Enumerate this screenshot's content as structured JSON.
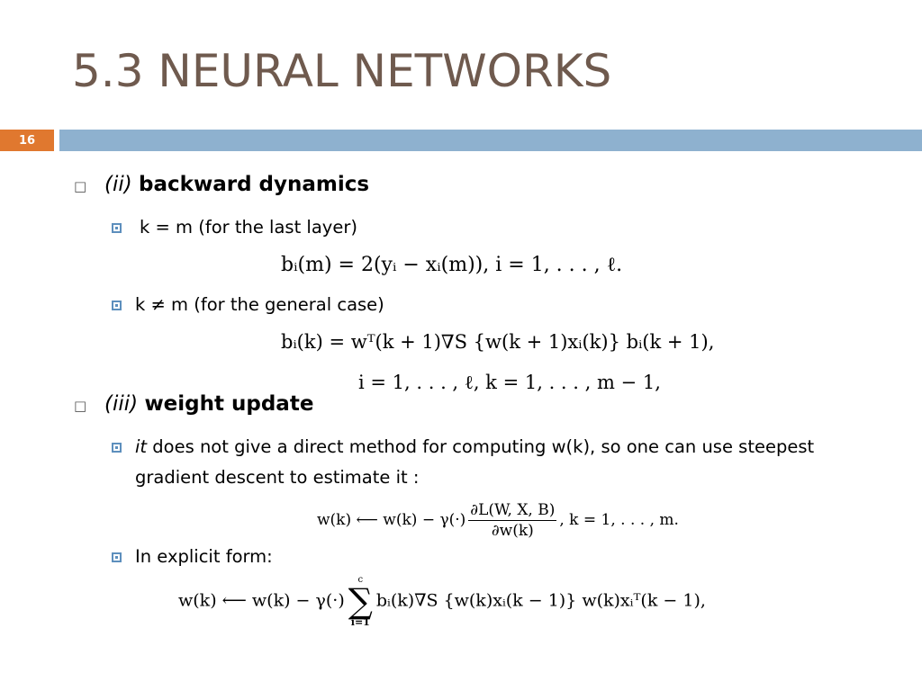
{
  "slide": {
    "title": "5.3 NEURAL NETWORKS",
    "page_number": "16"
  },
  "content": {
    "section_backward": {
      "label": "(ii)",
      "heading": "backward dynamics",
      "case_last": "k = m (for the last layer)",
      "eq_last": "bᵢ(m) = 2(yᵢ − xᵢ(m)),   i = 1, . . . , ℓ.",
      "case_general": "k ≠ m (for the general case)",
      "eq_general_line1": "bᵢ(k) = wᵀ(k + 1)∇S {w(k + 1)xᵢ(k)} bᵢ(k + 1),",
      "eq_general_line2": "i = 1, . . . , ℓ,   k = 1, . . . , m − 1,"
    },
    "section_update": {
      "label": "(iii)",
      "heading": "weight update",
      "desc_italic": "it",
      "desc_rest": " does not give a direct method for computing w(k), so one can use steepest gradient descent to estimate it :",
      "eq_update_lhs": "w(k) ⟵ w(k) − γ(·)",
      "eq_update_num": "∂L(W, X, B)",
      "eq_update_den": "∂w(k)",
      "eq_update_rhs": ",   k = 1, . . . , m.",
      "explicit_label": "In explicit form:",
      "eq_explicit_lhs": "w(k) ⟵ w(k) − γ(·)",
      "sum_top": "c",
      "sum_symbol": "∑",
      "sum_bottom": "i=1",
      "eq_explicit_rhs": "bᵢ(k)∇S {w(k)xᵢ(k − 1)} w(k)xᵢᵀ(k − 1),"
    }
  },
  "colors": {
    "title": "#6f5a4e",
    "band": "#8eb1cf",
    "page_badge": "#e0782f",
    "bullet": "#5d8fbd"
  }
}
